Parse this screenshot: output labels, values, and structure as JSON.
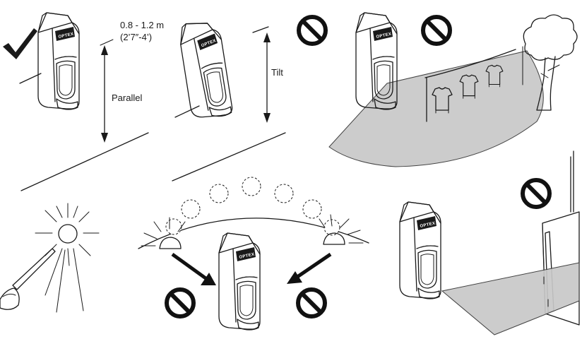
{
  "panels": {
    "parallel": {
      "height_label": "0.8 - 1.2 m",
      "height_label_imperial": "(2’7″-4’)",
      "mount_label": "Parallel",
      "status_icon": "checkmark-icon"
    },
    "tilt": {
      "mount_label": "Tilt"
    },
    "sensor_brand": "OPTEX"
  },
  "icons": {
    "ok": "checkmark-icon",
    "prohibited": "no-entry-icon",
    "sun": "sun-icon",
    "arrow": "arrow-icon",
    "tree": "tree-icon",
    "laundry": "laundry-icon"
  },
  "colors": {
    "line": "#1a1a1a",
    "detection_zone": "#c8c8c8",
    "background": "#ffffff"
  }
}
